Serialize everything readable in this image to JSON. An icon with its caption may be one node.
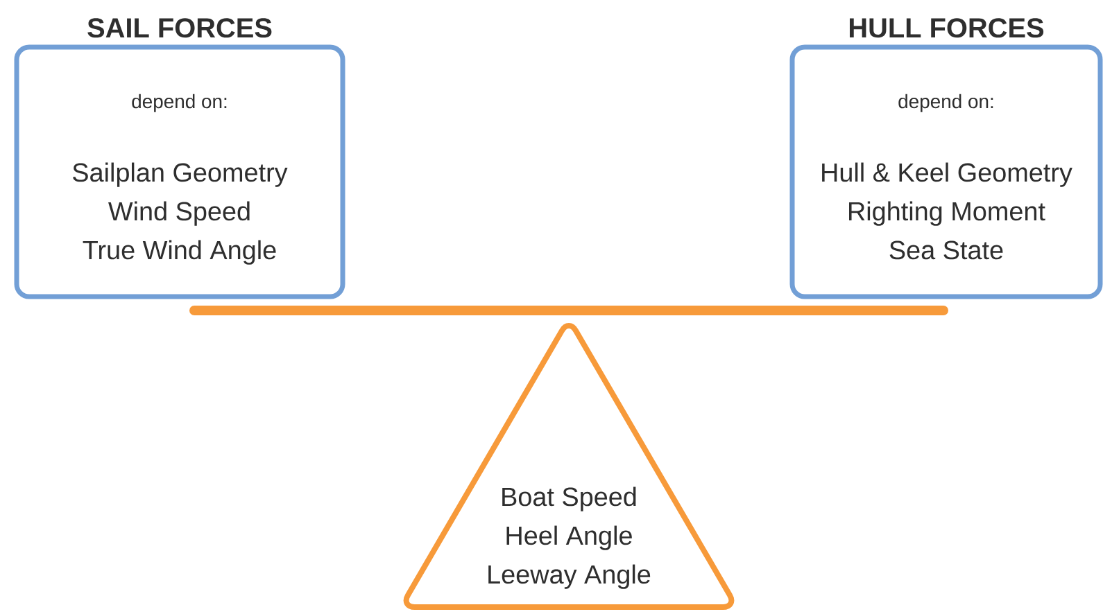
{
  "diagram": {
    "nodes": [
      {
        "text": [
          "SAIL FORCES",
          "depend on:",
          "Sailplan Geometry",
          "Wind Speed",
          "True Wind Angle"
        ]
      },
      {
        "text": [
          "HULL FORCES",
          "depend on:",
          "Hull & Keel Geometry",
          "Righting Moment",
          "Sea State"
        ]
      },
      {
        "text": [
          "Boat Speed",
          "Heel Angle",
          "Leeway Angle"
        ]
      }
    ]
  }
}
